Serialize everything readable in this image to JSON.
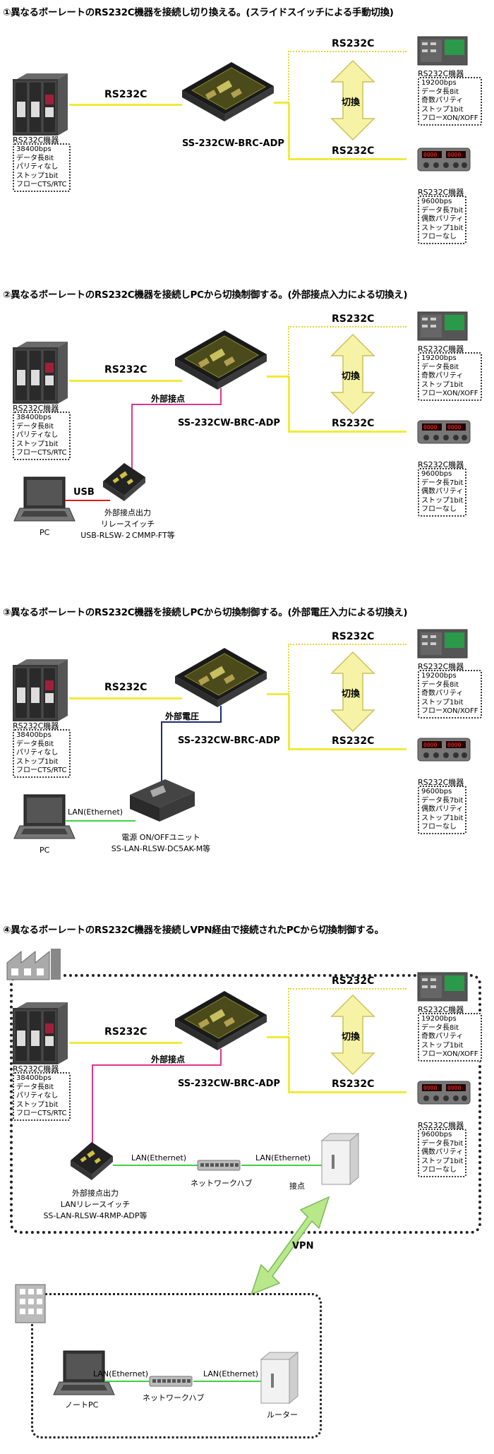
{
  "s1": {
    "title": "①異なるボーレートのRS232C機器を接続し切り換える。(スライドスイッチによる手動切換)"
  },
  "s2": {
    "title": "②異なるボーレートのRS232C機器を接続しPCから切換制御する。(外部接点入力による切換え)"
  },
  "s3": {
    "title": "③異なるボーレートのRS232C機器を接続しPCから切換制御する。(外部電圧入力による切換え)"
  },
  "s4": {
    "title": "④異なるボーレートのRS232C機器を接続しVPN経由で接続されたPCから切換制御する。"
  },
  "common": {
    "rs232c": "RS232C",
    "device": "SS-232CW-BRC-ADP",
    "switch": "切換",
    "rs232c_device": "RS232C機器",
    "ext_contact": "外部接点",
    "ext_voltage": "外部電圧",
    "usb": "USB",
    "pc": "PC",
    "lan": "LAN(Ethernet)",
    "hub": "ネットワークハブ",
    "contact": "接点",
    "vpn": "VPN",
    "router": "ルーター",
    "note_pc": "ノートPC"
  },
  "spec_left": [
    "38400bps",
    "データ長8it",
    "パリティなし",
    "ストップ1bit",
    "フローCTS/RTC"
  ],
  "spec_top": [
    "19200bps",
    "データ長8it",
    "奇数パリティ",
    "ストップ1bit",
    "フローXON/XOFF"
  ],
  "spec_bottom": [
    "9600bps",
    "データ長7bit",
    "偶数パリティ",
    "ストップ1bit",
    "フローなし"
  ],
  "relay_usb": [
    "外部接点出力",
    "リレースイッチ",
    "USB-RLSW-２CMMP-FT等"
  ],
  "power_unit": [
    "電源 ON/OFFユニット",
    "SS-LAN-RLSW-DC5AK-M等"
  ],
  "relay_lan": [
    "外部接点出力",
    "LANリレースイッチ",
    "SS-LAN-RLSW-4RMP-ADP等"
  ]
}
